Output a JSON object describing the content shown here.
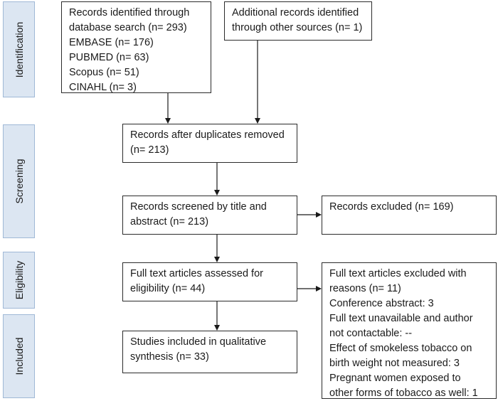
{
  "phases": {
    "identification": "Identification",
    "screening": "Screening",
    "eligibility": "Eligibility",
    "included": "Included"
  },
  "boxes": {
    "database_search": [
      "Records identified through",
      "database search (n= 293)",
      "EMBASE (n= 176)",
      "PUBMED (n= 63)",
      "Scopus (n= 51)",
      "CINAHL (n= 3)"
    ],
    "other_sources": [
      "Additional records identified",
      "through other sources (n= 1)"
    ],
    "duplicates_removed": [
      "Records after duplicates removed",
      "(n= 213)"
    ],
    "screened": [
      "Records screened by title and",
      "abstract (n= 213)"
    ],
    "excluded": [
      "Records excluded (n= 169)"
    ],
    "full_text_assessed": [
      "Full text articles assessed for",
      "eligibility (n= 44)"
    ],
    "full_text_excluded": [
      "Full text articles excluded with",
      "reasons (n= 11)",
      "Conference abstract: 3",
      "Full text unavailable and author",
      "not contactable: --",
      "Effect of smokeless tobacco on",
      "birth weight not measured: 3",
      "Pregnant women exposed to",
      "other forms of tobacco as well: 1"
    ],
    "included_studies": [
      "Studies included in qualitative",
      "synthesis (n= 33)"
    ]
  }
}
